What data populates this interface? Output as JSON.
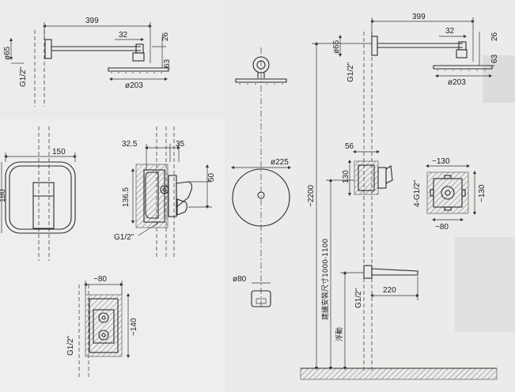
{
  "showerhead_left": {
    "arm_length": "399",
    "head_offset": "32",
    "head_height": "26",
    "connector_height": "63",
    "head_diameter": "ø203",
    "wall_flange_diameter": "ø65",
    "thread": "G1/2\""
  },
  "wall_plate": {
    "width": "150",
    "height": "180"
  },
  "mixer_side": {
    "depth_a": "32.5",
    "depth_b": "35",
    "height": "136.5",
    "lever_height": "50",
    "thread": "G1/2\""
  },
  "valve_box": {
    "width": "~80",
    "height": "~140",
    "thread": "G1/2\""
  },
  "front_view": {
    "plate_diameter": "ø225",
    "spout_diameter": "ø80"
  },
  "right_elevation": {
    "arm_length": "399",
    "head_offset": "32",
    "head_height": "26",
    "connector_height": "63",
    "head_diameter": "ø203",
    "wall_flange_diameter": "ø65",
    "thread_top": "G1/2\"",
    "thread_bottom": "G1/2\"",
    "total_height": "~2200",
    "valve_width": "56",
    "valve_height": "130",
    "spout_length": "220",
    "install_note": "建議安裝尺寸1000-1100",
    "floating_note": "浮動"
  },
  "valve_detail": {
    "width": "~130",
    "height": "~130",
    "inner": "~80",
    "ports": "4-G1/2\""
  }
}
